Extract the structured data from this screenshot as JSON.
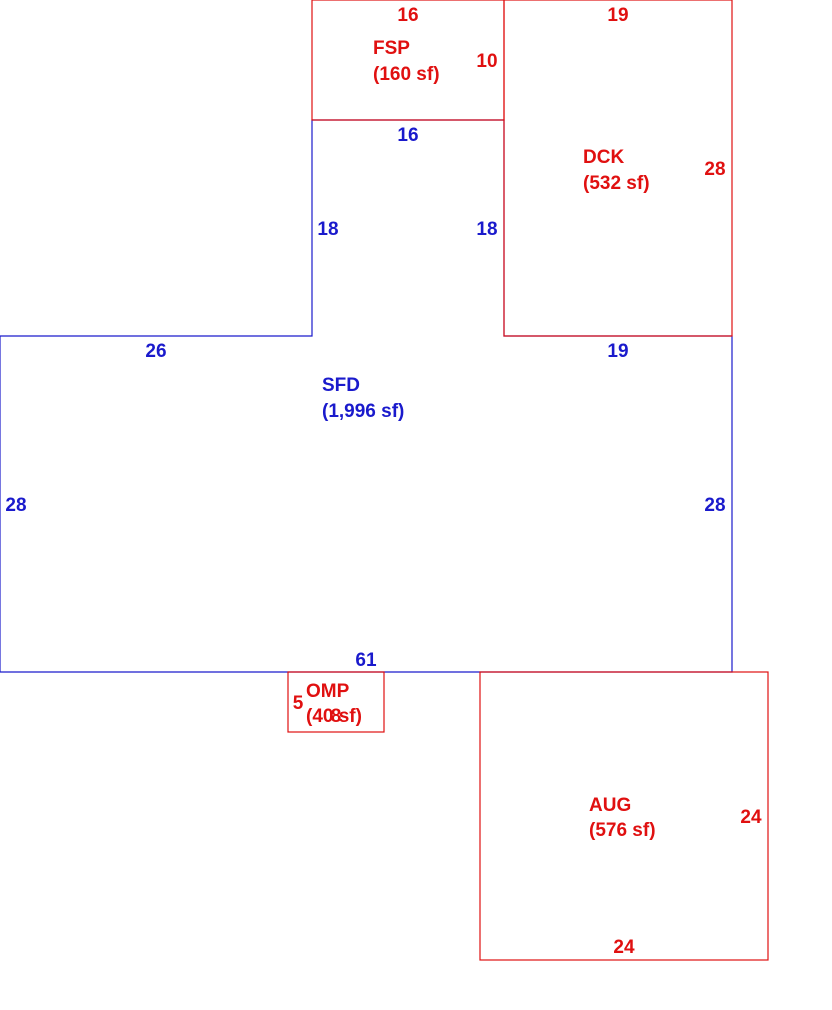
{
  "colors": {
    "main": "#1a1acc",
    "addition": "#e01010"
  },
  "areas": {
    "fsp": {
      "code": "FSP",
      "area": "(160 sf)"
    },
    "dck": {
      "code": "DCK",
      "area": "(532 sf)"
    },
    "sfd": {
      "code": "SFD",
      "area": "(1,996 sf)"
    },
    "omp": {
      "code": "OMP",
      "area": "(40 sf)"
    },
    "aug": {
      "code": "AUG",
      "area": "(576 sf)"
    }
  },
  "dimensions": {
    "fsp_top": "16",
    "fsp_right": "10",
    "dck_top": "19",
    "dck_right": "28",
    "sfd_wing_top": "16",
    "sfd_wing_left": "18",
    "sfd_wing_right": "18",
    "sfd_top_left": "26",
    "sfd_top_right": "19",
    "sfd_left": "28",
    "sfd_right": "28",
    "sfd_bottom": "61",
    "omp_left": "5",
    "omp_bottom": "8",
    "aug_right": "24",
    "aug_bottom": "24"
  }
}
